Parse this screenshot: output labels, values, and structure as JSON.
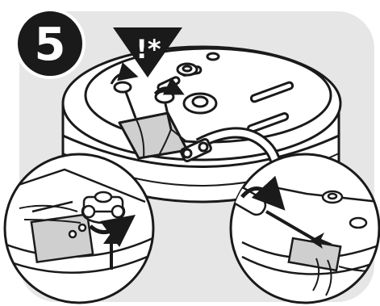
{
  "step": {
    "number": "5",
    "badge_color": "#1a1a1a",
    "number_color": "#ffffff"
  },
  "warning": {
    "symbol": "!*",
    "triangle_color": "#1a1a1a",
    "symbol_color": "#ffffff"
  },
  "illustration": {
    "subject": "disposer-unit-top",
    "panel_color": "#e6e6e6",
    "line_color": "#1a1a1a",
    "fill_color": "#ffffff"
  },
  "insets": [
    {
      "name": "inset-left-clamp",
      "icons": [
        "rotate-arrow-icon",
        "up-arrow-icon"
      ]
    },
    {
      "name": "inset-right-screwdriver",
      "icons": [
        "rotate-arrow-icon",
        "screwdriver-icon",
        "left-arrow-icon"
      ]
    }
  ]
}
